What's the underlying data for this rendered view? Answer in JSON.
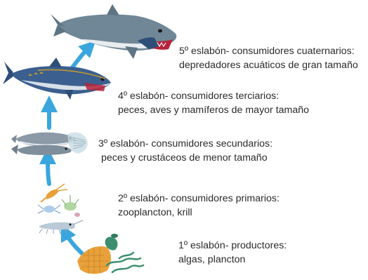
{
  "levels": [
    {
      "line1": "5º eslabón- consumidores cuaternarios:",
      "line2": "depredadores acuáticos de gran tamaño",
      "icon": "shark-icon"
    },
    {
      "line1": "4º eslabón- consumidores terciarios:",
      "line2": "peces, aves y mamíferos de mayor tamaño",
      "icon": "tuna-icon"
    },
    {
      "line1": "3º eslabón- consumidores secundarios:",
      "line2": "peces y crustáceos de menor tamaño",
      "icon": "small-fish-icon"
    },
    {
      "line1": "2º eslabón- consumidores primarios:",
      "line2": "zooplancton, krill",
      "icon": "zooplankton-icon"
    },
    {
      "line1": "1º eslabón- productores:",
      "line2": "algas, plancton",
      "icon": "algae-plankton-icon"
    }
  ],
  "colors": {
    "arrow": "#3aa6dd",
    "text": "#2b2b2b",
    "shark": "#6f8796",
    "tuna": "#2e4e78",
    "plankton": "#e8a13a",
    "algae": "#3b8f6e"
  }
}
